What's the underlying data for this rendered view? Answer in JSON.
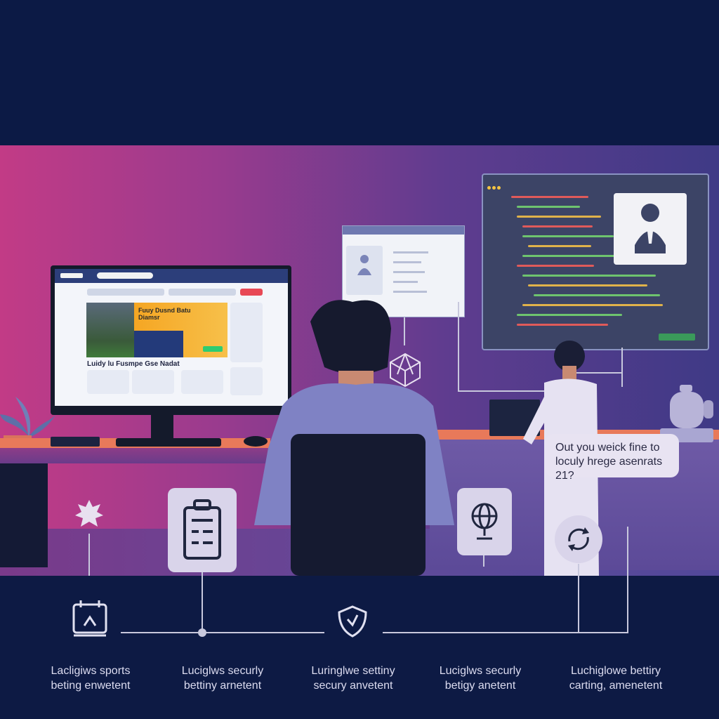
{
  "left_monitor": {
    "headline": "Luidy lu Fusmpe Gse Nadat",
    "banner": "Fuuy Dusnd Batu Diamsr",
    "accent": "#f5a623"
  },
  "speech_bubble": {
    "text_line1": "Out you weick fine to",
    "text_line2": "loculy hrege asenrats 21?"
  },
  "bottom_items": [
    {
      "line1": "Lacligiws sports",
      "line2": "beting enwetent"
    },
    {
      "line1": "Luciglws securly",
      "line2": "bettiny arnetent"
    },
    {
      "line1": "Luringlwe settiny",
      "line2": "secury anvetent"
    },
    {
      "line1": "Luciglws securly",
      "line2": "betigy anetent"
    },
    {
      "line1": "Luchiglowe bettiry",
      "line2": "carting, amenetent"
    }
  ],
  "colors": {
    "background": "#0c1a45",
    "scene_start": "#c23b86",
    "scene_end": "#3f3a86",
    "desk": "#e8795a"
  }
}
